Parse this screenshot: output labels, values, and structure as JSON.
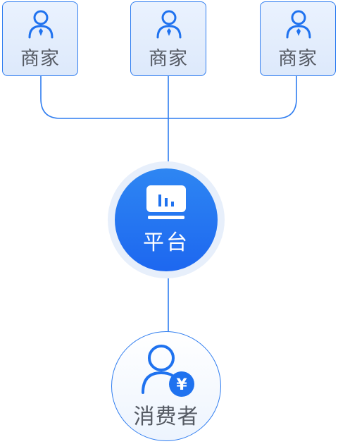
{
  "diagram": {
    "merchants": [
      {
        "label": "商家",
        "icon": "merchant-person-icon"
      },
      {
        "label": "商家",
        "icon": "merchant-person-icon"
      },
      {
        "label": "商家",
        "icon": "merchant-person-icon"
      }
    ],
    "platform": {
      "label": "平台",
      "icon": "dashboard-chart-icon"
    },
    "consumer": {
      "label": "消费者",
      "icon": "consumer-yen-icon",
      "badge_symbol": "¥"
    },
    "colors": {
      "accent": "#2f7df0",
      "platform_fill": "#1d6ff0",
      "halo": "#e7effb",
      "box_fill": "#e4edfc",
      "label_text": "#555a63"
    }
  }
}
